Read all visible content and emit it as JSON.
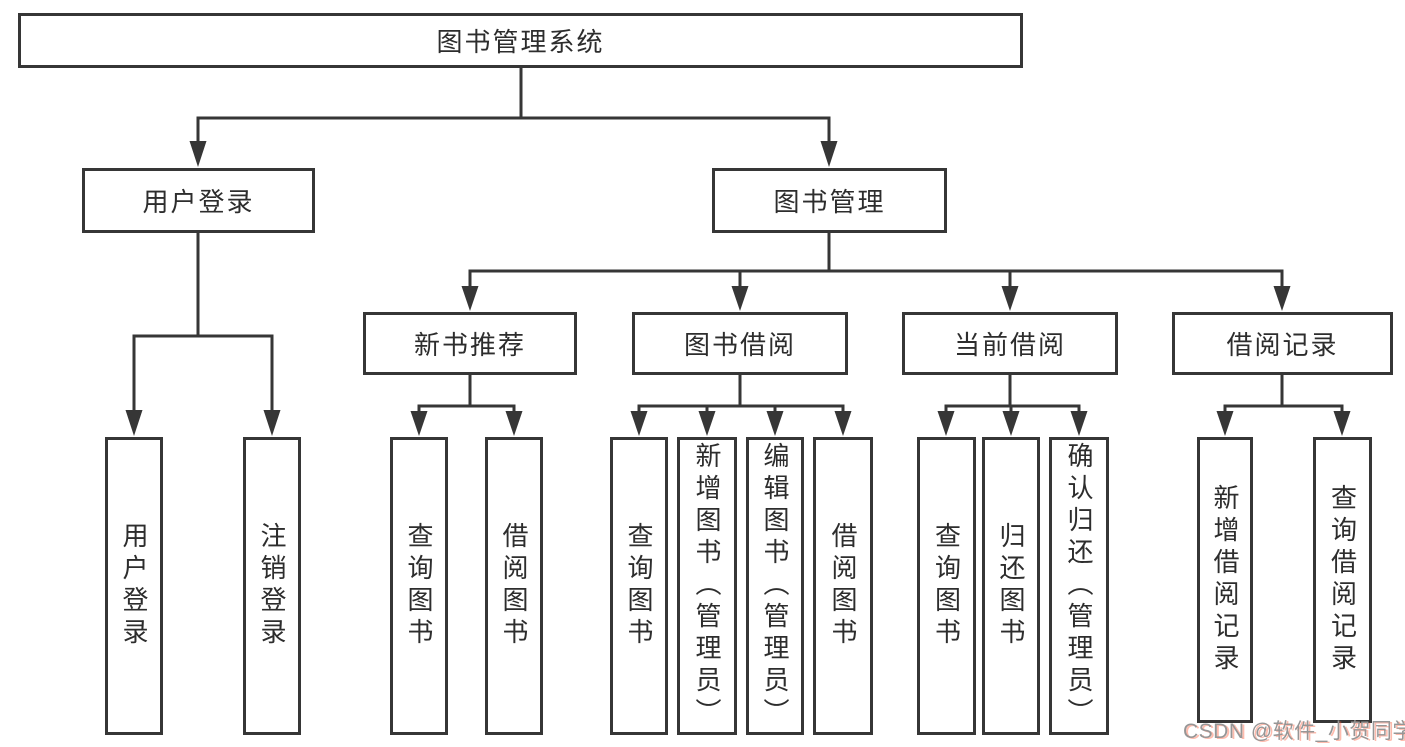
{
  "tree": {
    "root": "图书管理系统",
    "branches": [
      {
        "label": "用户登录",
        "leaves": [
          "用户登录",
          "注销登录"
        ]
      },
      {
        "label": "图书管理",
        "groups": [
          {
            "label": "新书推荐",
            "leaves": [
              "查询图书",
              "借阅图书"
            ]
          },
          {
            "label": "图书借阅",
            "leaves": [
              "查询图书",
              "新增图书（管理员）",
              "编辑图书（管理员）",
              "借阅图书"
            ]
          },
          {
            "label": "当前借阅",
            "leaves": [
              "查询图书",
              "归还图书",
              "确认归还（管理员）"
            ]
          },
          {
            "label": "借阅记录",
            "leaves": [
              "新增借阅记录",
              "查询借阅记录"
            ]
          }
        ]
      }
    ]
  },
  "watermark": {
    "text": "CSDN @软件_小贺同学"
  },
  "colors": {
    "line": "#363636",
    "text": "#2d2d2d",
    "background": "#ffffff",
    "watermark_text": "#969696",
    "watermark_shadow": "#fc5531"
  }
}
